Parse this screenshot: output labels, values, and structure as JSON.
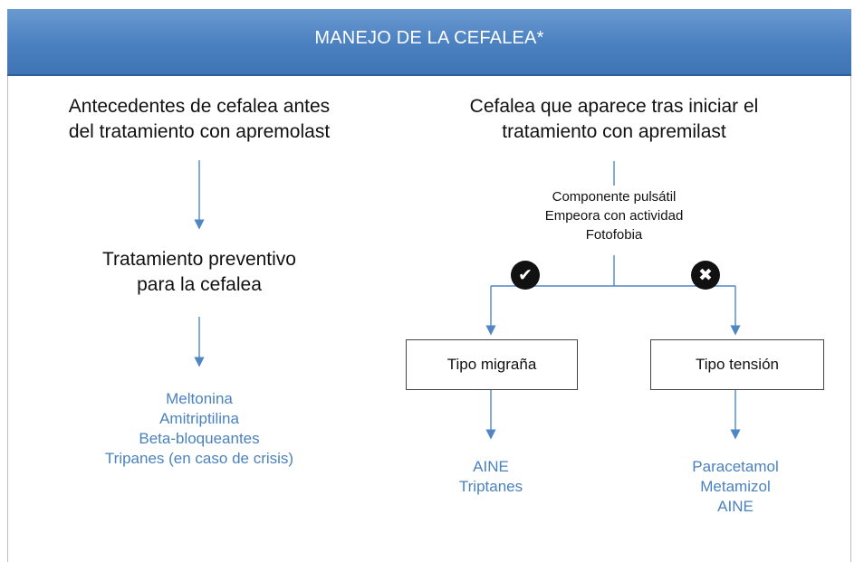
{
  "header": {
    "title": "MANEJO DE LA CEFALEA*"
  },
  "left": {
    "heading_line1": "Antecedentes de cefalea antes",
    "heading_line2": "del tratamiento con apremolast",
    "preventive_line1": "Tratamiento preventivo",
    "preventive_line2": "para la cefalea",
    "drugs": [
      "Meltonina",
      "Amitriptilina",
      "Beta-bloqueantes",
      "Tripanes (en caso de crisis)"
    ]
  },
  "right": {
    "heading_line1": "Cefalea que aparece tras iniciar el",
    "heading_line2": "tratamiento con apremilast",
    "criteria": [
      "Componente pulsátil",
      "Empeora con actividad",
      "Fotofobia"
    ],
    "yes_icon": "check-icon",
    "no_icon": "cross-icon",
    "yes_glyph": "✔",
    "no_glyph": "✖",
    "migraine": {
      "label": "Tipo migraña",
      "drugs": [
        "AINE",
        "Triptanes"
      ]
    },
    "tension": {
      "label": "Tipo tensión",
      "drugs": [
        "Paracetamol",
        "Metamizol",
        "AINE"
      ]
    }
  },
  "colors": {
    "header": "#4a80c0",
    "drug_text": "#4a82be",
    "arrow": "#4f86c6"
  }
}
